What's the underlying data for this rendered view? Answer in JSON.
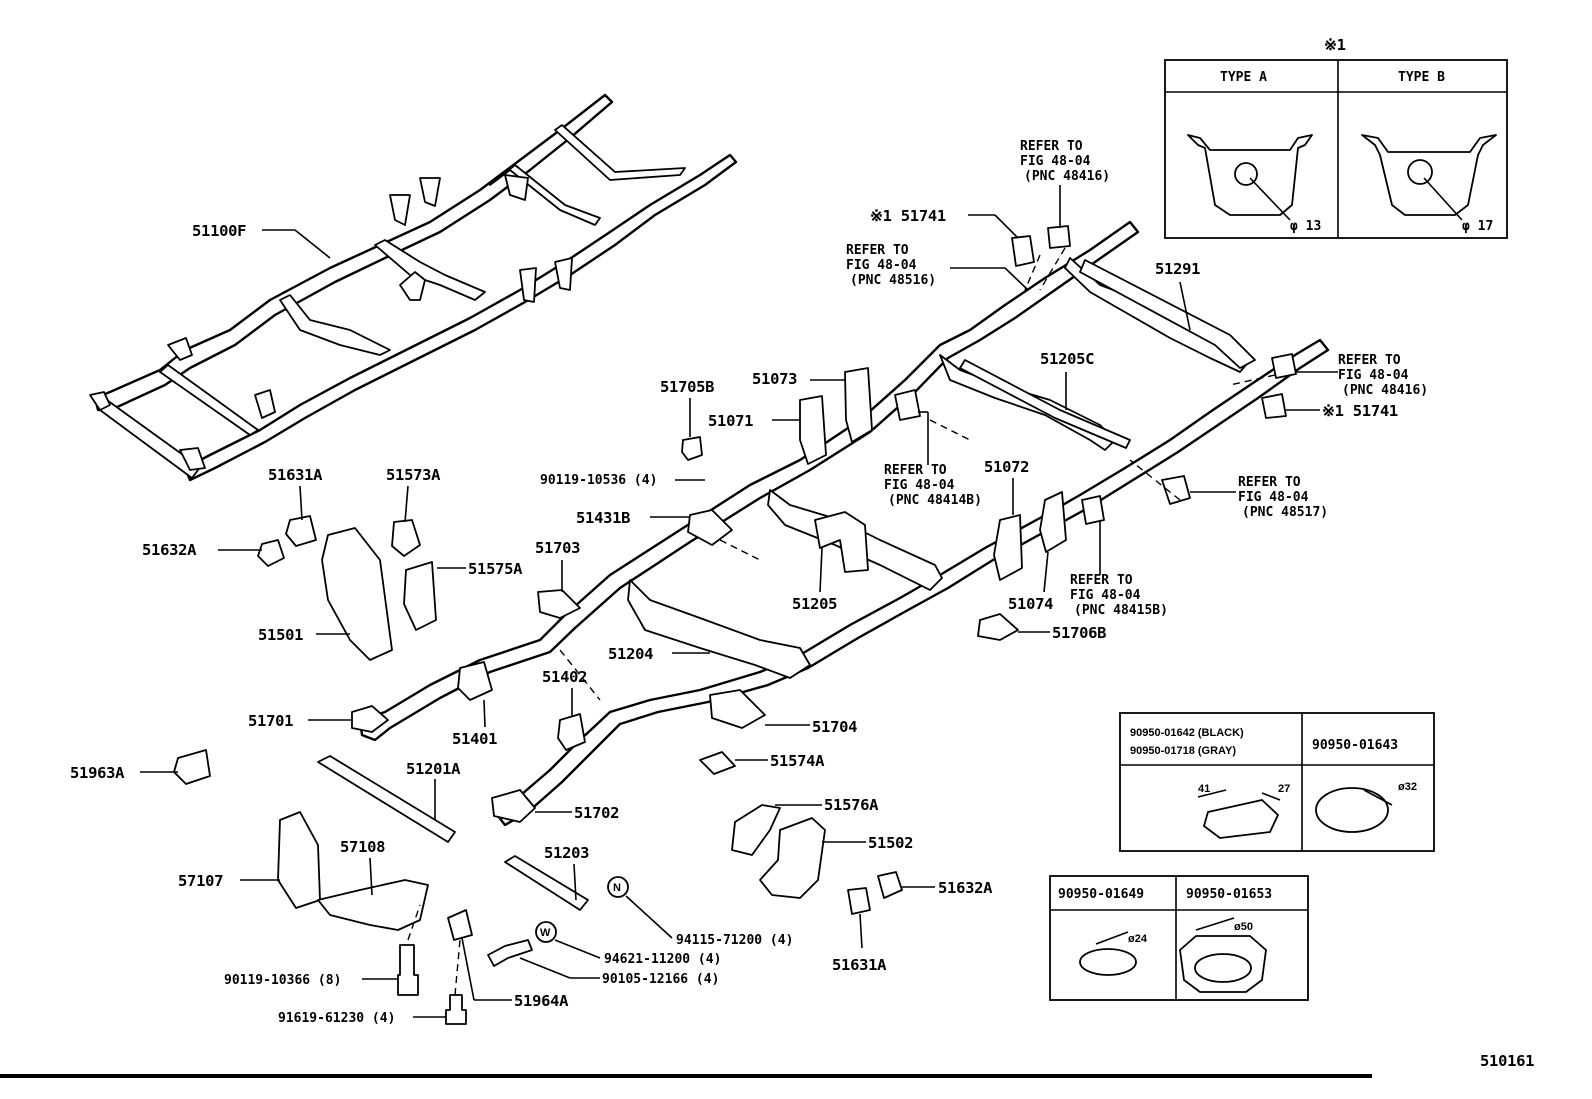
{
  "diagram_id": "510161",
  "callouts": {
    "p51100F": "51100F",
    "p51631A_top": "51631A",
    "p51573A": "51573A",
    "p51632A_left": "51632A",
    "p51575A": "51575A",
    "p51501": "51501",
    "p51701": "51701",
    "p51963A": "51963A",
    "p51401": "51401",
    "p51201A": "51201A",
    "p57108": "57108",
    "p57107": "57107",
    "p90119_10366": "90119-10366 (8)",
    "p91619_61230": "91619-61230 (4)",
    "p51964A": "51964A",
    "p51705B": "51705B",
    "p90119_10536": "90119-10536 (4)",
    "p51431B": "51431B",
    "p51703": "51703",
    "p51073": "51073",
    "p51071": "51071",
    "p51205": "51205",
    "p51204": "51204",
    "p51402": "51402",
    "p51704": "51704",
    "p51574A": "51574A",
    "p51702": "51702",
    "p51203": "51203",
    "p94115": "94115-71200 (4)",
    "p94621": "94621-11200 (4)",
    "p90105": "90105-12166 (4)",
    "p51576A": "51576A",
    "p51502": "51502",
    "p51632A_right": "51632A",
    "p51631A_right": "51631A",
    "p51072": "51072",
    "p51074": "51074",
    "p51706B": "51706B",
    "p51205C": "51205C",
    "p51291": "51291",
    "p51741_top": "※1 51741",
    "p51741_right": "※1 51741"
  },
  "refs": {
    "r48416_top": [
      "REFER TO",
      "FIG 48-04",
      "(PNC 48416)"
    ],
    "r48516": [
      "REFER TO",
      "FIG 48-04",
      "(PNC 48516)"
    ],
    "r48414B": [
      "REFER TO",
      "FIG 48-04",
      "(PNC 48414B)"
    ],
    "r48415B": [
      "REFER TO",
      "FIG 48-04",
      "(PNC 48415B)"
    ],
    "r48517": [
      "REFER TO",
      "FIG 48-04",
      "(PNC 48517)"
    ],
    "r48416_right": [
      "REFER TO",
      "FIG 48-04",
      "(PNC 48416)"
    ]
  },
  "type_table": {
    "title": "※1",
    "col_a": "TYPE A",
    "col_b": "TYPE B",
    "dim_a": "φ 13",
    "dim_b": "φ 17"
  },
  "plug_table_1": {
    "left_line1": "90950-01642 (BLACK)",
    "left_line2": "90950-01718 (GRAY)",
    "right": "90950-01643",
    "dim_w": "41",
    "dim_h": "27",
    "dim_d": "ø32"
  },
  "plug_table_2": {
    "left": "90950-01649",
    "right": "90950-01653",
    "dim_left": "ø24",
    "dim_right": "ø50"
  },
  "symbols": {
    "nut_n": "N",
    "washer_w": "W"
  }
}
